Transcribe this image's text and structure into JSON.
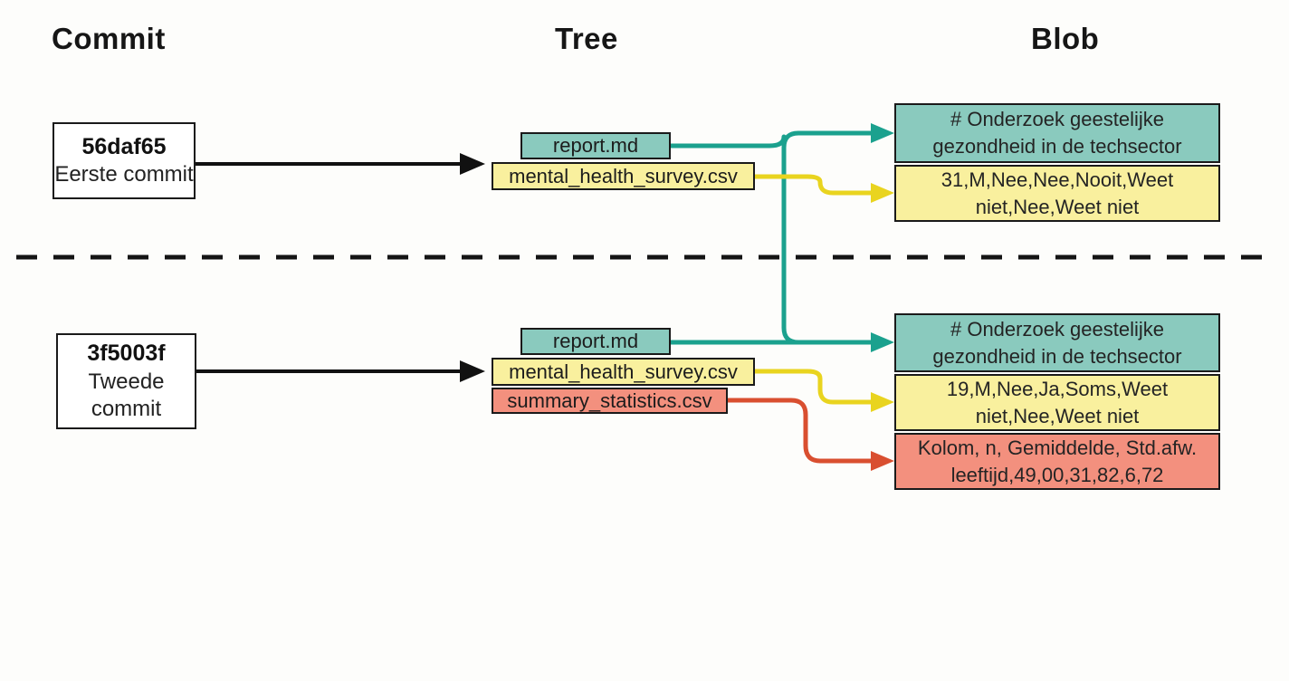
{
  "diagram": {
    "headers": {
      "commit": "Commit",
      "tree": "Tree",
      "blob": "Blob"
    },
    "colors": {
      "teal_box": "#8acabe",
      "yellow_box": "#f9f09e",
      "red_box": "#f3907e",
      "teal_line": "#1ba18e",
      "yellow_line": "#e9d41f",
      "red_line": "#d94f30",
      "black_line": "#141414"
    },
    "rows": [
      {
        "commit": {
          "hash": "56daf65",
          "message": "Eerste commit"
        },
        "tree": [
          {
            "name": "report.md",
            "type": "teal"
          },
          {
            "name": "mental_health_survey.csv",
            "type": "yellow"
          }
        ],
        "blobs": [
          {
            "content": "# Onderzoek geestelijke gezondheid in de techsector",
            "type": "teal"
          },
          {
            "content": "31,M,Nee,Nee,Nooit,Weet niet,Nee,Weet niet",
            "type": "yellow"
          }
        ]
      },
      {
        "commit": {
          "hash": "3f5003f",
          "message": "Tweede commit"
        },
        "tree": [
          {
            "name": "report.md",
            "type": "teal"
          },
          {
            "name": "mental_health_survey.csv",
            "type": "yellow"
          },
          {
            "name": "summary_statistics.csv",
            "type": "red"
          }
        ],
        "blobs": [
          {
            "content": "# Onderzoek geestelijke gezondheid in de techsector",
            "type": "teal"
          },
          {
            "content": "19,M,Nee,Ja,Soms,Weet niet,Nee,Weet niet",
            "type": "yellow"
          },
          {
            "content": "Kolom, n, Gemiddelde, Std.afw. leeftijd,49,00,31,82,6,72",
            "type": "red"
          }
        ]
      }
    ]
  }
}
